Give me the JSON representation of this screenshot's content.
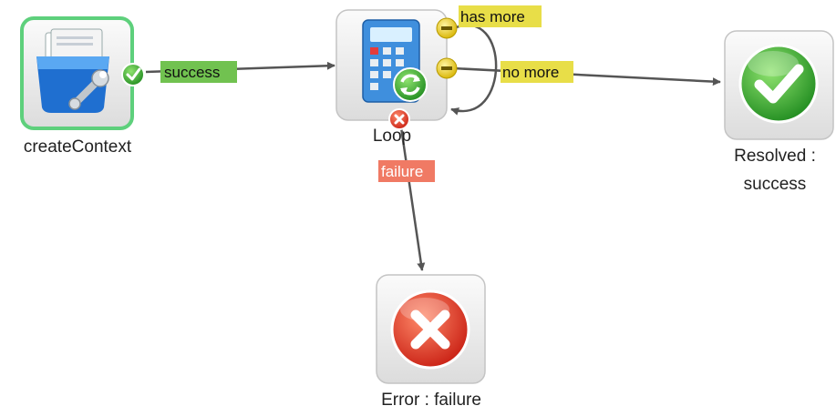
{
  "colors": {
    "edge": "#555555",
    "success_tag": "#71c250",
    "outcome_tag": "#e8de48",
    "failure_tag": "#f07a64",
    "selected_border": "#5ed07c"
  },
  "nodes": {
    "create_context": {
      "label": "createContext",
      "icon": "folder-wrench-icon",
      "selected": true
    },
    "loop": {
      "label": "Loop",
      "icon": "calculator-refresh-icon"
    },
    "resolved": {
      "label_line1": "Resolved :",
      "label_line2": "success",
      "icon": "checkmark-icon"
    },
    "error": {
      "label": "Error : failure",
      "icon": "error-x-icon"
    }
  },
  "edges": {
    "success": "success",
    "has_more": "has more",
    "no_more": "no more",
    "failure": "failure"
  }
}
